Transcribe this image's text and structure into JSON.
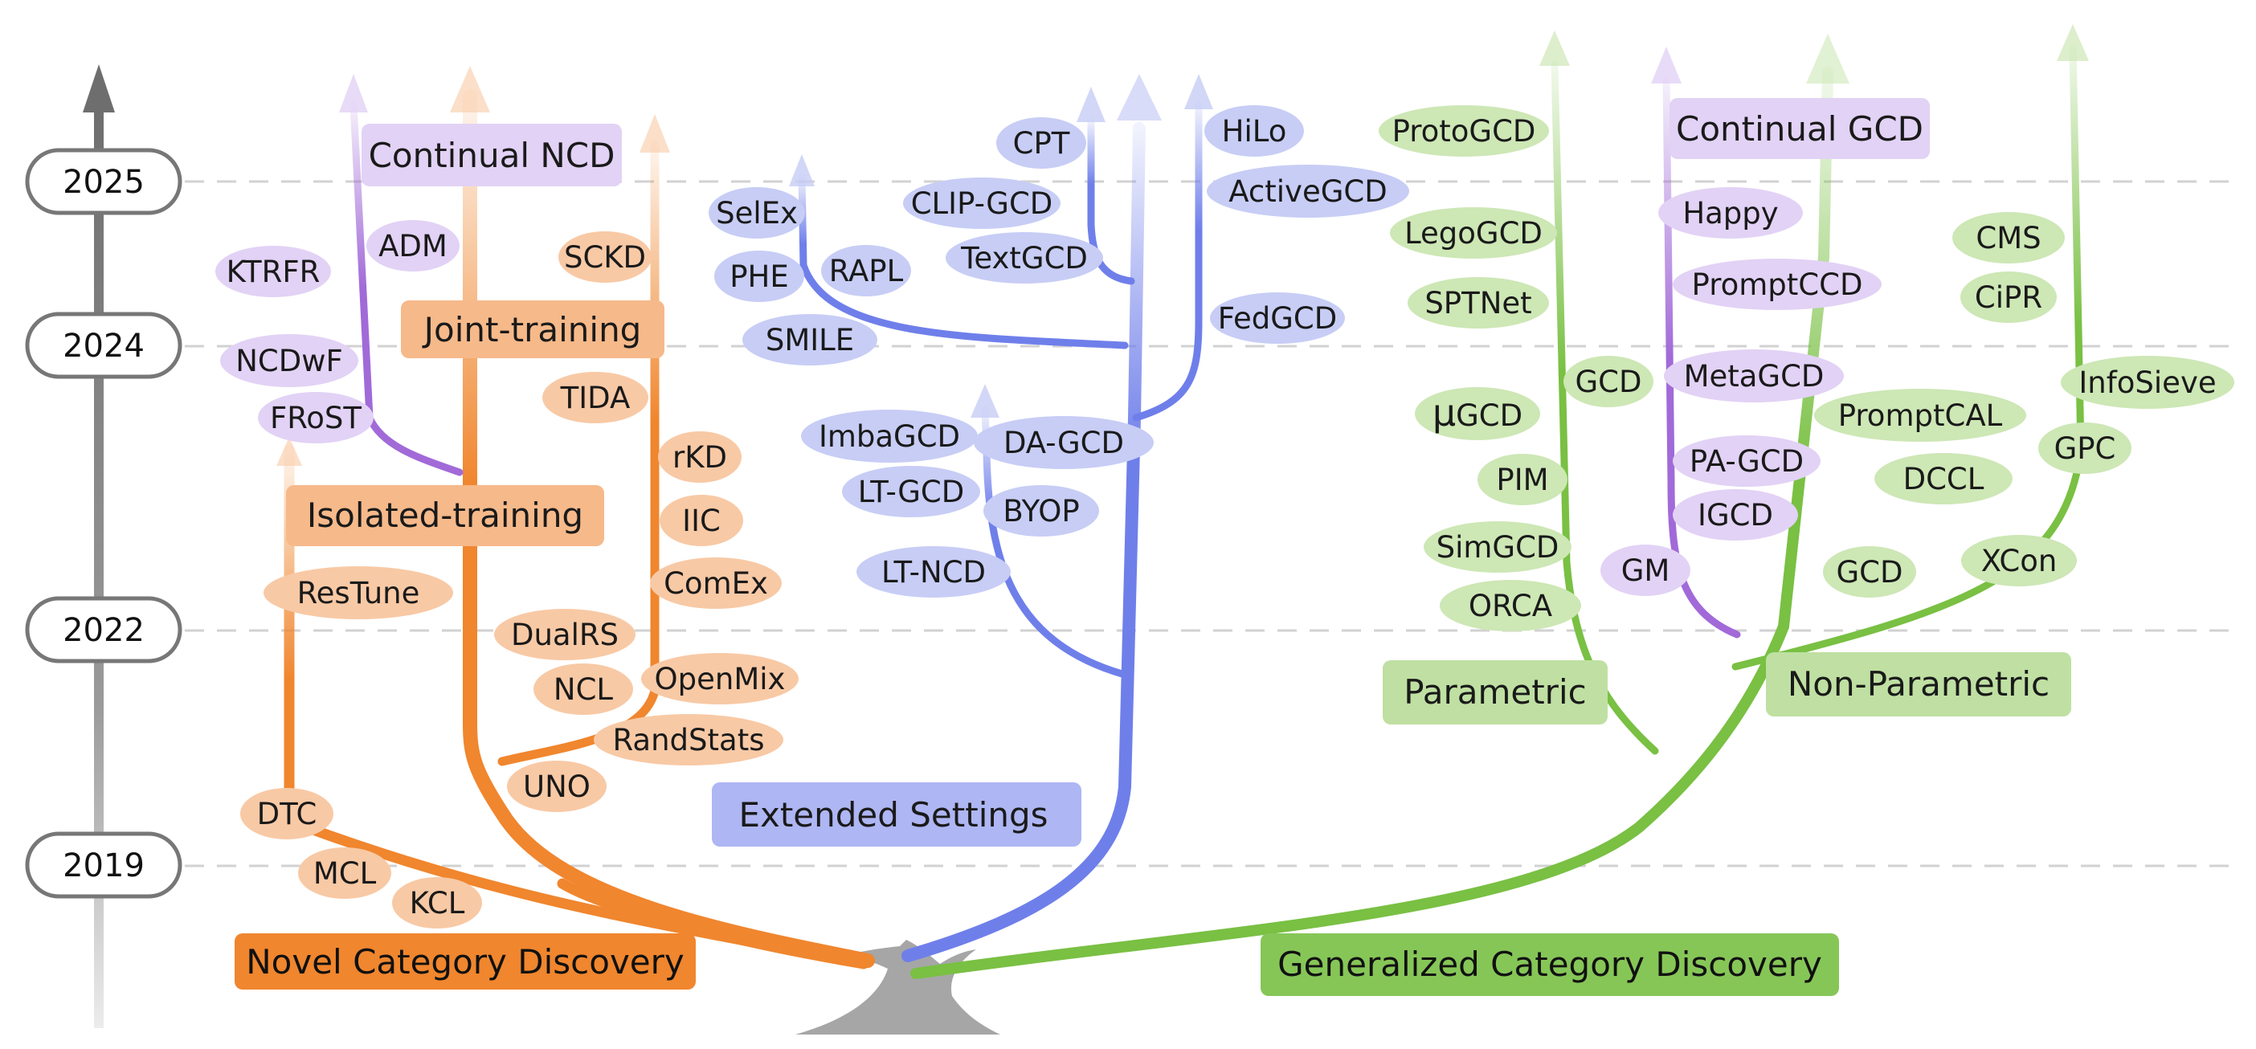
{
  "timeline": {
    "years": [
      {
        "id": "2025",
        "label": "2025"
      },
      {
        "id": "2024",
        "label": "2024"
      },
      {
        "id": "2022",
        "label": "2022"
      },
      {
        "id": "2019",
        "label": "2019"
      }
    ]
  },
  "colors": {
    "ncd": "#f0862e",
    "ncd_light": "#f8c9a5",
    "ncd_tag": "#f6b98a",
    "ncd_label": "#f0862e",
    "purple": "#a16ad8",
    "purple_light": "#e2d2f5",
    "blue": "#7281ec",
    "blue_light": "#c7cdf5",
    "blue_tag": "#aeb6f3",
    "green": "#79c043",
    "green_light": "#cde7b5",
    "green_tag": "#bfe0a2",
    "green_label": "#86c657",
    "trunk": "#a6a6a6"
  },
  "roots": {
    "ncd": "Novel Category Discovery",
    "gcd": "Generalized Category Discovery"
  },
  "branches": {
    "continual_ncd": "Continual NCD",
    "joint_training": "Joint-training",
    "isolated_training": "Isolated-training",
    "extended_settings": "Extended Settings",
    "continual_gcd": "Continual GCD",
    "parametric": "Parametric",
    "non_parametric": "Non-Parametric"
  },
  "methods": {
    "ktrfr": "KTRFR",
    "adm": "ADM",
    "sckd": "SCKD",
    "ncdwf": "NCDwF",
    "frost": "FRoST",
    "tida": "TIDA",
    "rkd": "rKD",
    "iic": "IIC",
    "comex": "ComEx",
    "restune": "ResTune",
    "dualrs": "DualRS",
    "ncl": "NCL",
    "openmix": "OpenMix",
    "randstats": "RandStats",
    "uno": "UNO",
    "dtc": "DTC",
    "mcl": "MCL",
    "kcl": "KCL",
    "cpt": "CPT",
    "hilo": "HiLo",
    "selex": "SelEx",
    "clipgcd": "CLIP-GCD",
    "activegcd": "ActiveGCD",
    "textgcd": "TextGCD",
    "phe": "PHE",
    "rapl": "RAPL",
    "smile": "SMILE",
    "fedgcd": "FedGCD",
    "imbagcd": "ImbaGCD",
    "dagcd": "DA-GCD",
    "ltgcd": "LT-GCD",
    "byop": "BYOP",
    "ltncd": "LT-NCD",
    "protogcd": "ProtoGCD",
    "legogcd": "LegoGCD",
    "sptnet": "SPTNet",
    "gcd_param": "GCD",
    "mugcd_mu": "μ",
    "mugcd_rest": "GCD",
    "pim": "PIM",
    "simgcd": "SimGCD",
    "orca": "ORCA",
    "happy": "Happy",
    "promptccd": "PromptCCD",
    "metagcd": "MetaGCD",
    "pagcd": "PA-GCD",
    "igcd": "IGCD",
    "gm": "GM",
    "cms": "CMS",
    "cipr": "CiPR",
    "infosieve": "InfoSieve",
    "promptcal": "PromptCAL",
    "gpc": "GPC",
    "dccl": "DCCL",
    "gcd_nonparam": "GCD",
    "xcon": "XCon"
  }
}
